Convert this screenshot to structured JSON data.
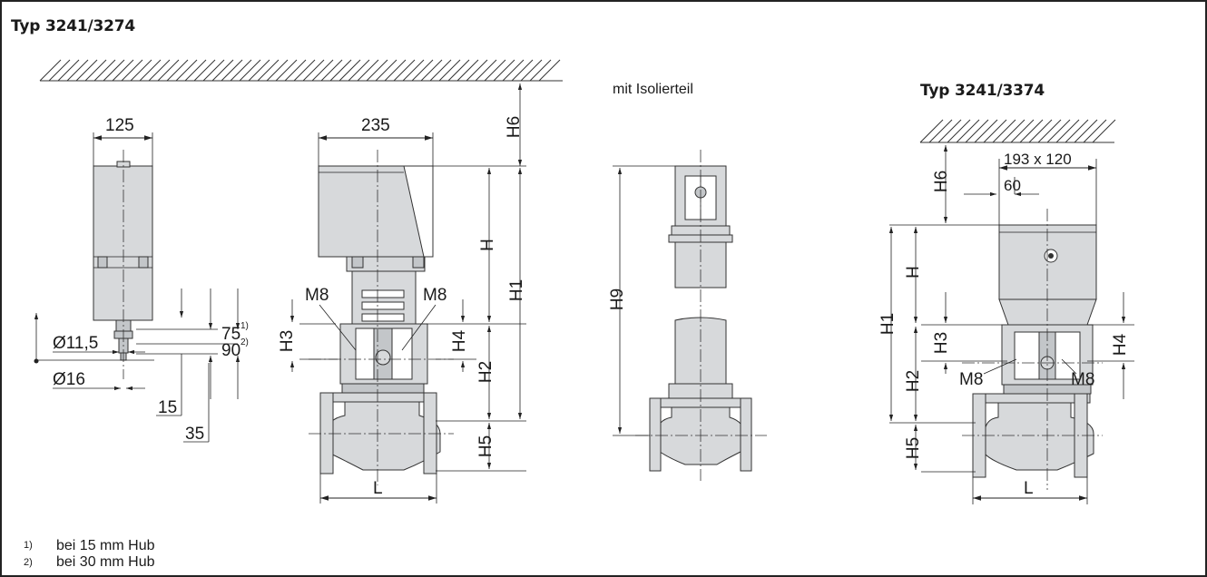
{
  "header": {
    "title_left": "Typ 3241/3274",
    "title_right": "Typ 3241/3374",
    "insulation_note": "mit Isolierteil"
  },
  "side_view": {
    "width": "125",
    "d1": "Ø11,5",
    "d2": "Ø16",
    "stroke_75": "75",
    "stroke_75_ref": "1)",
    "stroke_90": "90",
    "stroke_90_ref": "2)",
    "len_15": "15",
    "len_35": "35"
  },
  "front_3274": {
    "width": "235",
    "h": "H",
    "h1": "H1",
    "h2": "H2",
    "h3": "H3",
    "h4": "H4",
    "h5": "H5",
    "h6": "H6",
    "m8_left": "M8",
    "m8_right": "M8",
    "l": "L"
  },
  "insulated": {
    "h9": "H9"
  },
  "front_3374": {
    "size": "193 x 120",
    "width_60": "60",
    "h": "H",
    "h1": "H1",
    "h2": "H2",
    "h3": "H3",
    "h4": "H4",
    "h5": "H5",
    "h6": "H6",
    "m8_left": "M8",
    "m8_right": "M8",
    "l": "L"
  },
  "footnotes": [
    {
      "mark": "1)",
      "text": "bei 15 mm Hub"
    },
    {
      "mark": "2)",
      "text": "bei 30 mm Hub"
    }
  ],
  "colors": {
    "body_fill": "#d7d9db",
    "line": "#222222"
  }
}
